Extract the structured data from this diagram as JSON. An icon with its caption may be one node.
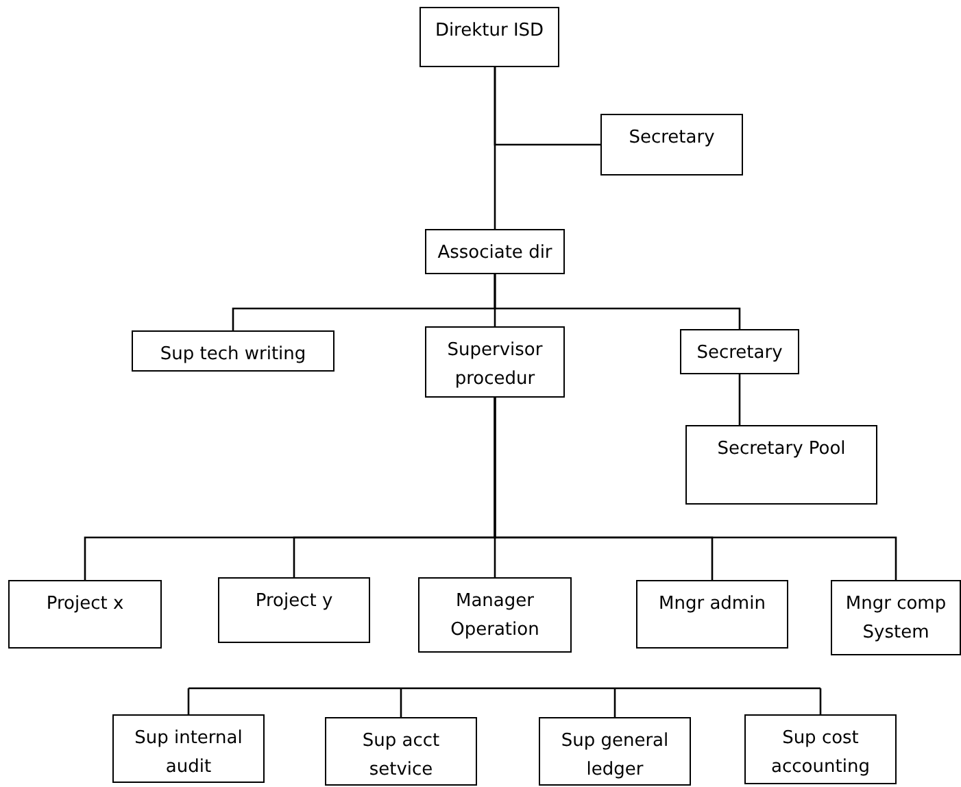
{
  "diagram": {
    "nodes": [
      {
        "text": [
          "Direktur ISD"
        ]
      },
      {
        "text": [
          "Secretary"
        ]
      },
      {
        "text": [
          "Associate dir"
        ]
      },
      {
        "text": [
          "Sup tech writing"
        ]
      },
      {
        "text": [
          "Supervisor procedur"
        ]
      },
      {
        "text": [
          "Secretary"
        ]
      },
      {
        "text": [
          "Secretary Pool"
        ]
      },
      {
        "text": [
          "Project x"
        ]
      },
      {
        "text": [
          "Project y"
        ]
      },
      {
        "text": [
          "Manager Operation"
        ]
      },
      {
        "text": [
          "Mngr admin"
        ]
      },
      {
        "text": [
          "Mngr comp System"
        ]
      },
      {
        "text": [
          "Sup internal audit"
        ]
      },
      {
        "text": [
          "Sup acct setvice"
        ]
      },
      {
        "text": [
          "Sup general ledger"
        ]
      },
      {
        "text": [
          "Sup cost accounting"
        ]
      }
    ],
    "edges": [
      {
        "from": 0,
        "to": 2,
        "arrow": "none"
      },
      {
        "from": 0,
        "to": 1,
        "arrow": "none"
      },
      {
        "from": 2,
        "to": 3,
        "arrow": "none"
      },
      {
        "from": 2,
        "to": 4,
        "arrow": "none"
      },
      {
        "from": 2,
        "to": 5,
        "arrow": "none"
      },
      {
        "from": 5,
        "to": 6,
        "arrow": "none"
      },
      {
        "from": 4,
        "to": 7,
        "arrow": "none"
      },
      {
        "from": 4,
        "to": 8,
        "arrow": "none"
      },
      {
        "from": 4,
        "to": 9,
        "arrow": "none"
      },
      {
        "from": 4,
        "to": 10,
        "arrow": "none"
      },
      {
        "from": 4,
        "to": 11,
        "arrow": "none"
      },
      {
        "from": null,
        "to": 12,
        "arrow": "none"
      },
      {
        "from": null,
        "to": 13,
        "arrow": "none"
      },
      {
        "from": null,
        "to": 14,
        "arrow": "none"
      },
      {
        "from": null,
        "to": 15,
        "arrow": "none"
      }
    ]
  }
}
